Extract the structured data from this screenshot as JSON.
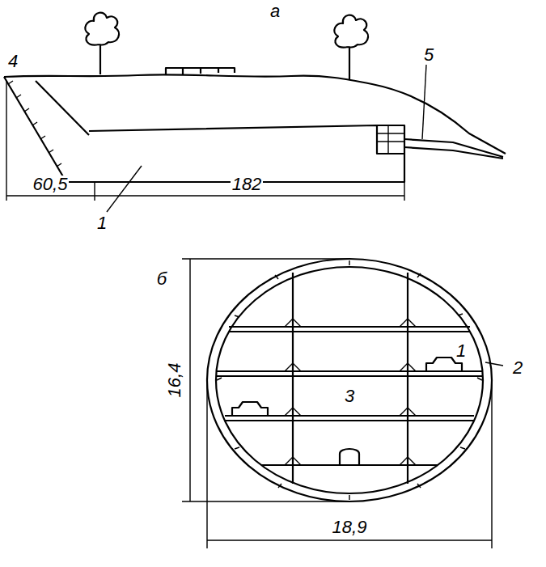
{
  "diagram": {
    "labels": [
      "а",
      "4",
      "5",
      "60,5",
      "182",
      "1",
      "б",
      "1",
      "16,4",
      "2",
      "3",
      "18,9"
    ]
  }
}
